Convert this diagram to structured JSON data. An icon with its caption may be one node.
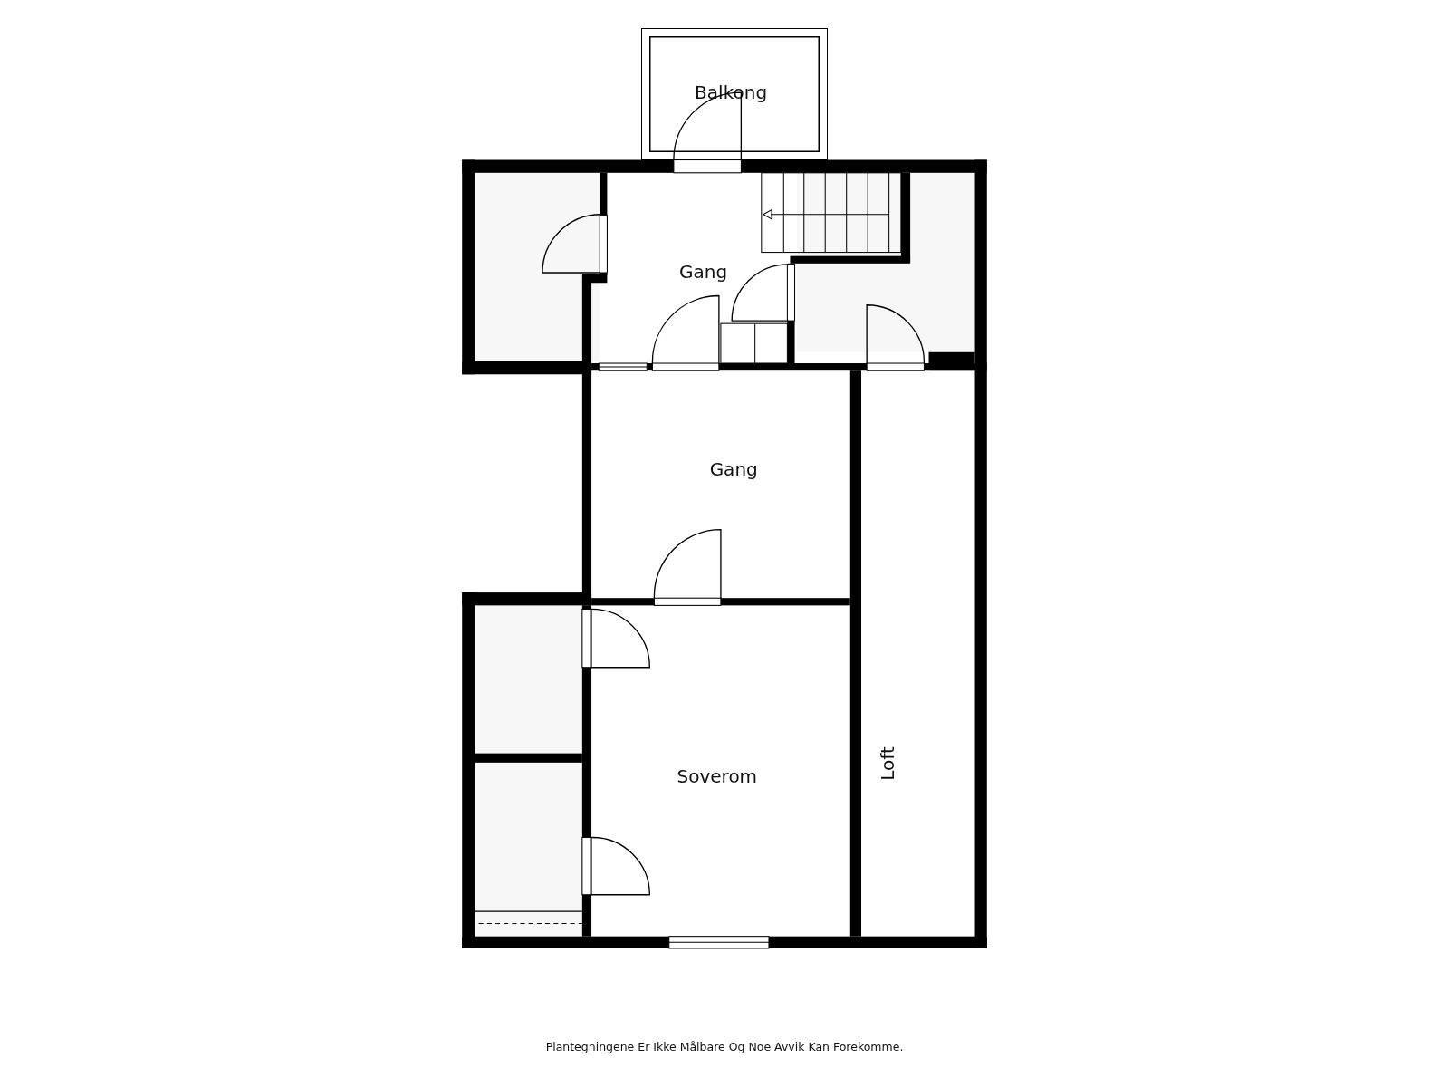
{
  "diagram": {
    "caption": "Plantegningene Er Ikke Målbare Og Noe Avvik Kan Forekomme.",
    "nodes": [
      {
        "text": [
          "Balkong"
        ]
      },
      {
        "text": [],
        "shape": "box"
      },
      {
        "text": [
          "Gang"
        ]
      },
      {
        "text": [],
        "shape": "box"
      },
      {
        "text": [
          "Gang"
        ]
      },
      {
        "text": [
          "Loft"
        ]
      },
      {
        "text": [],
        "shape": "box"
      },
      {
        "text": [],
        "shape": "box"
      },
      {
        "text": [
          "Soverom"
        ]
      }
    ]
  }
}
